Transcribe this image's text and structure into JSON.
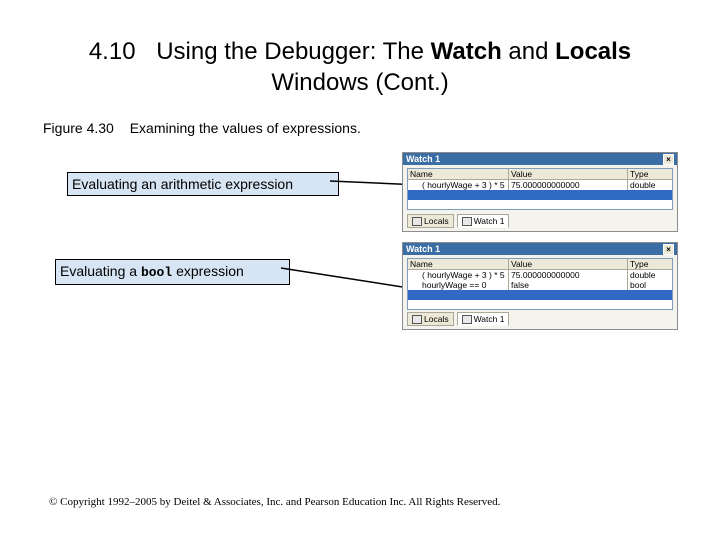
{
  "title": {
    "number": "4.10",
    "prefix": "Using the Debugger: The",
    "watch": "Watch",
    "and": "and",
    "locals": "Locals",
    "line2": "Windows (Cont.)"
  },
  "caption": {
    "figure": "Figure 4.30",
    "text": "Examining the values of expressions."
  },
  "callouts": {
    "arith": "Evaluating an arithmetic expression",
    "bool_prefix": "Evaluating a",
    "bool_code": "bool",
    "bool_suffix": "expression"
  },
  "watch1": {
    "title": "Watch 1",
    "close": "×",
    "headers": {
      "name": "Name",
      "value": "Value",
      "type": "Type"
    },
    "rows": [
      {
        "name": "( hourlyWage + 3 ) * 5",
        "value": "75.000000000000",
        "type": "double"
      }
    ],
    "tabs": {
      "locals": "Locals",
      "watch": "Watch 1"
    }
  },
  "watch2": {
    "title": "Watch 1",
    "close": "×",
    "headers": {
      "name": "Name",
      "value": "Value",
      "type": "Type"
    },
    "rows": [
      {
        "name": "( hourlyWage + 3 ) * 5",
        "value": "75.000000000000",
        "type": "double"
      },
      {
        "name": "hourlyWage == 0",
        "value": "false",
        "type": "bool"
      }
    ],
    "tabs": {
      "locals": "Locals",
      "watch": "Watch 1"
    }
  },
  "copyright": "© Copyright 1992–2005 by Deitel & Associates, Inc. and Pearson Education Inc. All Rights Reserved."
}
